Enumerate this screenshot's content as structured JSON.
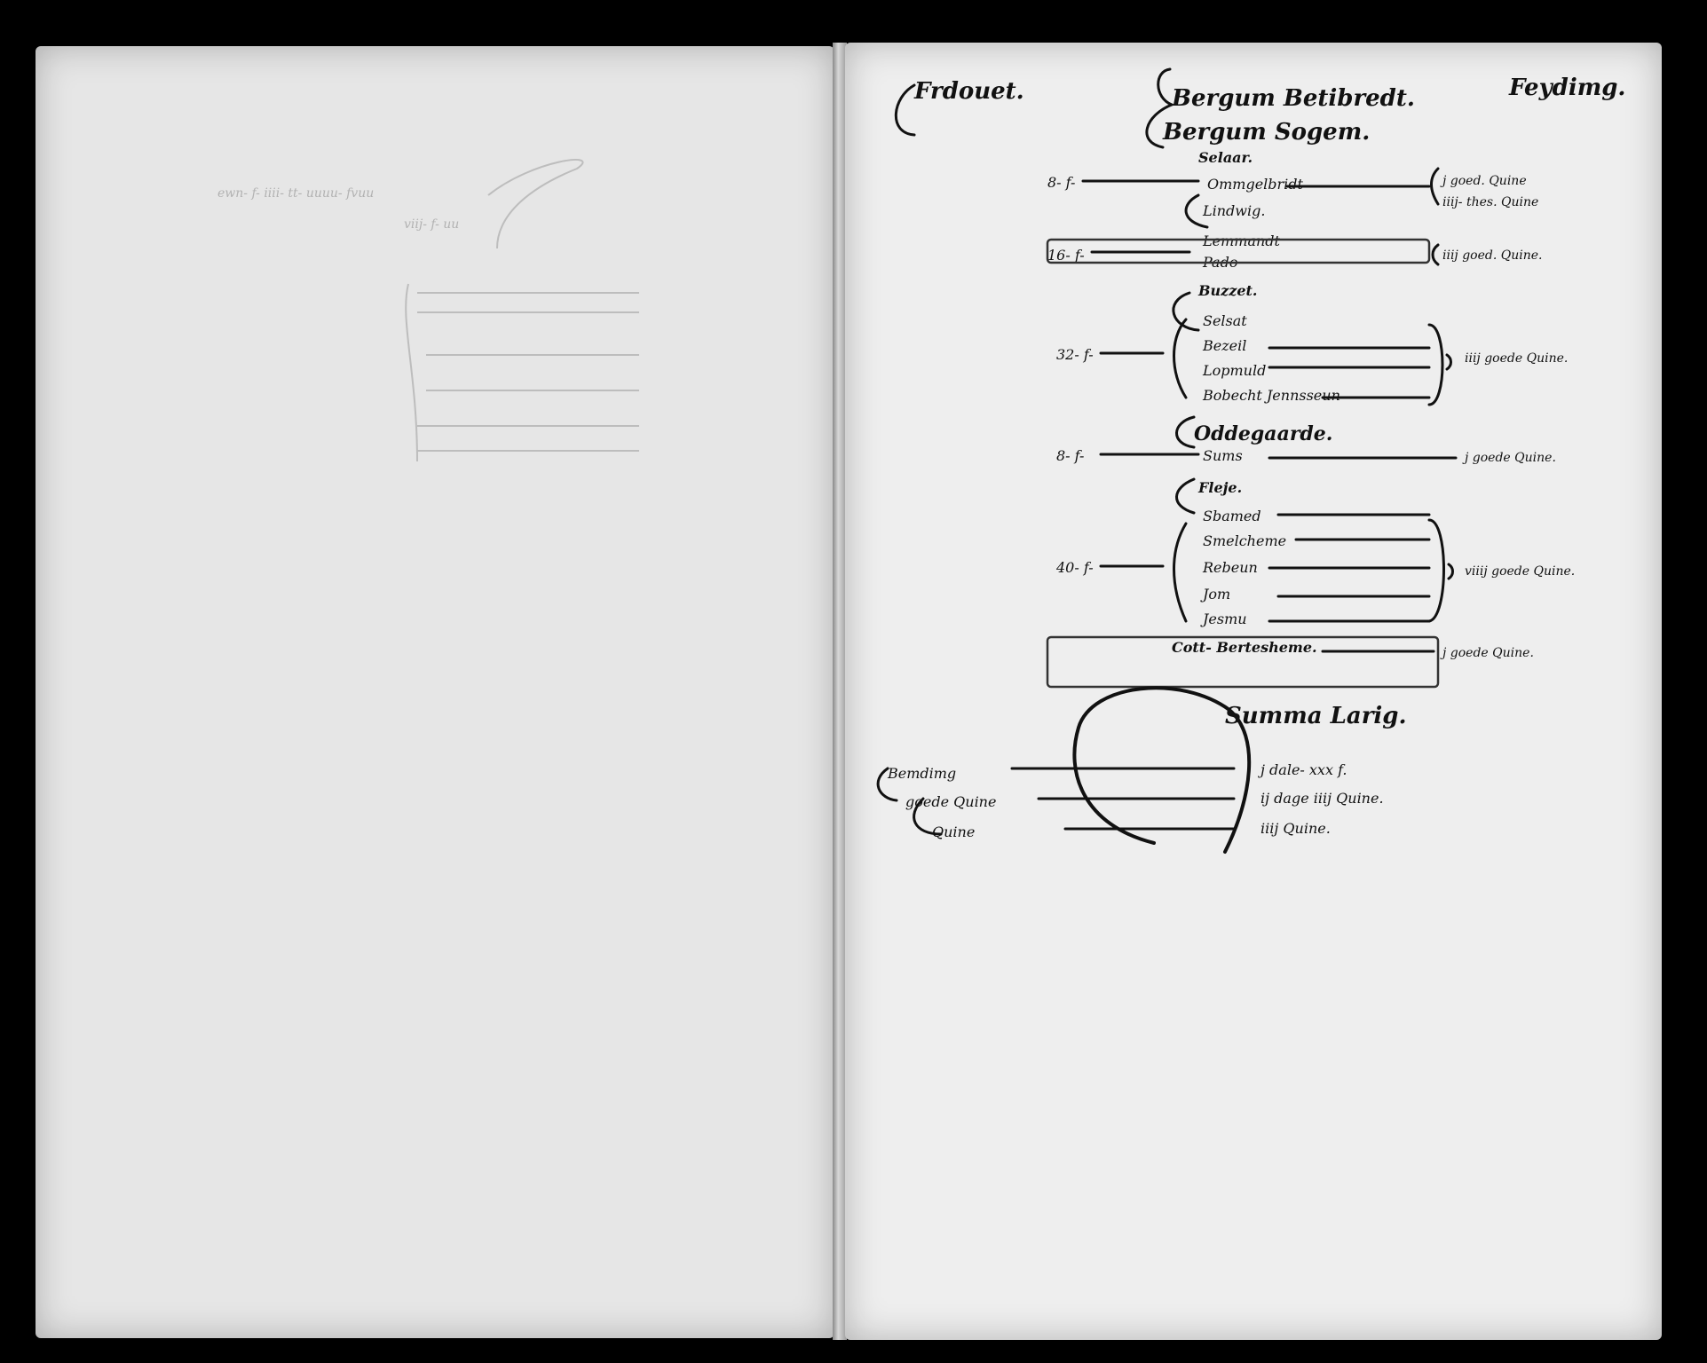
{
  "left_page": {
    "bleed_text": [
      "ewn- f- iiii- tt- uuuu- fvuu",
      "viij- f- uu"
    ]
  },
  "right_page": {
    "header_left": "Frdouet.",
    "header_right": "Feydimg.",
    "title_1": "Bergum Betibredt.",
    "title_2": "Bergum Sogem.",
    "groups": [
      {
        "heading": "Selaar.",
        "amount": "8- f-",
        "names": [
          "Ommgelbridt",
          "Lindwig."
        ],
        "sums": [
          "j goed. Quine",
          "iiij- thes. Quine"
        ]
      },
      {
        "heading": "",
        "amount": "16- f-",
        "names": [
          "Lemmandt",
          "Pado"
        ],
        "sums": [
          "iiij goed. Quine."
        ]
      },
      {
        "heading": "Buzzet.",
        "amount": "32- f-",
        "names": [
          "Selsat",
          "Bezeil",
          "Lopmuld",
          "Bobecht Jennsseun"
        ],
        "sums": [
          "iiij goede Quine."
        ]
      },
      {
        "heading": "Oddegaarde.",
        "amount": "8- f-",
        "names": [
          "Sums"
        ],
        "sums": [
          "j goede Quine."
        ]
      },
      {
        "heading": "Fleje.",
        "amount": "40- f-",
        "names": [
          "Sbamed",
          "Smelcheme",
          "Rebeun",
          "Jom",
          "Jesmu"
        ],
        "sums": [
          "viiij goede Quine."
        ]
      },
      {
        "heading": "",
        "amount": "",
        "names": [
          "Cott- Bertesheme."
        ],
        "sums": [
          "j goede Quine."
        ]
      }
    ],
    "summa_title": "Summa Larig.",
    "summa_rows": [
      {
        "label": "Bemdimg",
        "value": "j dale- xxx f."
      },
      {
        "label": "goede Quine",
        "value": "ij dage iiij Quine."
      },
      {
        "label": "Quine",
        "value": "iiij Quine."
      }
    ]
  }
}
